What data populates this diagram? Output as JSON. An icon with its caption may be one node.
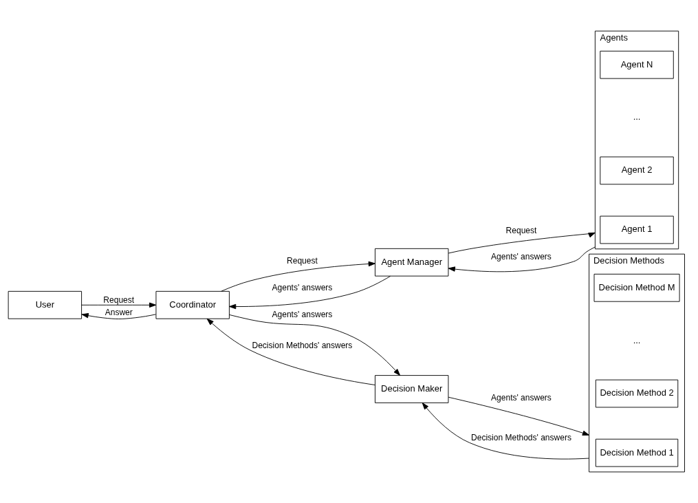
{
  "diagram": {
    "nodes": [
      {
        "text": [
          "User"
        ]
      },
      {
        "text": [
          "Coordinator"
        ]
      },
      {
        "text": [
          "Agent Manager"
        ]
      },
      {
        "text": [
          "Agents"
        ]
      },
      {
        "text": [
          "Agent 1"
        ],
        "in": 3
      },
      {
        "text": [
          "Agent 2"
        ],
        "in": 3
      },
      {
        "text": [
          "Agent N"
        ],
        "in": 3
      },
      {
        "text": [
          "Decision Maker"
        ]
      },
      {
        "text": [
          "Decision Methods"
        ]
      },
      {
        "text": [
          "Decision Method 1"
        ],
        "in": 8
      },
      {
        "text": [
          "Decision Method 2"
        ],
        "in": 8
      },
      {
        "text": [
          "Decision Method M"
        ],
        "in": 8
      }
    ],
    "edges": [
      {
        "from": 0,
        "to": 1,
        "arrow": "to",
        "label": "Request"
      },
      {
        "from": 1,
        "to": 0,
        "arrow": "to",
        "label": "Answer"
      },
      {
        "from": 1,
        "to": 2,
        "arrow": "to",
        "label": "Request"
      },
      {
        "from": 2,
        "to": 1,
        "arrow": "to",
        "label": "Agents' answers"
      },
      {
        "from": 2,
        "to": 3,
        "arrow": "to",
        "label": "Request"
      },
      {
        "from": 3,
        "to": 2,
        "arrow": "to",
        "label": "Agents' answers"
      },
      {
        "from": 1,
        "to": 7,
        "arrow": "to",
        "label": "Agents' answers"
      },
      {
        "from": 7,
        "to": 1,
        "arrow": "to",
        "label": "Decision Methods' answers"
      },
      {
        "from": 7,
        "to": 8,
        "arrow": "to",
        "label": "Agents' answers"
      },
      {
        "from": 8,
        "to": 7,
        "arrow": "to",
        "label": "Decision Methods' answers"
      }
    ],
    "labels": [
      "...",
      "..."
    ]
  }
}
